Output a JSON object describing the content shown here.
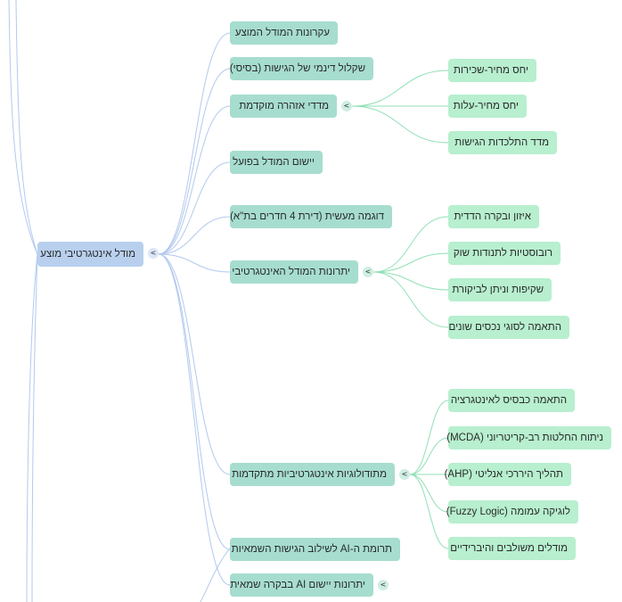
{
  "root": {
    "label": "מודל אינטגרטיבי מוצע",
    "toggle": "<"
  },
  "branches": [
    {
      "label": "עקרונות המודל המוצע",
      "children": []
    },
    {
      "label": "שקלול דינמי של הגישות (בסיסי)",
      "children": []
    },
    {
      "label": "מדדי אזהרה מוקדמת",
      "toggle": "<",
      "children": [
        "יחס מחיר-שכירות",
        "יחס מחיר-עלות",
        "מדד התלכדות הגישות"
      ]
    },
    {
      "label": "יישום המודל בפועל",
      "children": []
    },
    {
      "label": "דוגמה מעשית (דירת 4 חדרים בת\"א)",
      "children": []
    },
    {
      "label": "יתרונות המודל האינטגרטיבי",
      "toggle": "<",
      "children": [
        "איזון ובקרה הדדית",
        "רובוסטיות לתנודות שוק",
        "שקיפות וניתן לביקורת",
        "התאמה לסוגי נכסים שונים"
      ]
    },
    {
      "label": "מתודולוגיות אינטגרטיביות מתקדמות",
      "toggle": "<",
      "children": [
        "התאמה כבסיס לאינטגרציה",
        "ניתוח החלטות רב-קריטריוני (MCDA)",
        "תהליך היררכי אנליטי (AHP)",
        "לוגיקה עמומה (Fuzzy Logic)",
        "מודלים משולבים והיברידיים"
      ]
    },
    {
      "label": "תרומת ה-AI לשילוב הגישות השמאיות",
      "children": []
    },
    {
      "label": "יתרונות יישום AI בבקרה שמאית",
      "toggle": "<",
      "children": []
    }
  ],
  "colors": {
    "root_fill": "#b8d0ee",
    "branch_fill": "#a6ddcf",
    "leaf_fill": "#b7efcf",
    "root_link": "#b3c9ee",
    "leaf_link": "#8fe0b5"
  }
}
